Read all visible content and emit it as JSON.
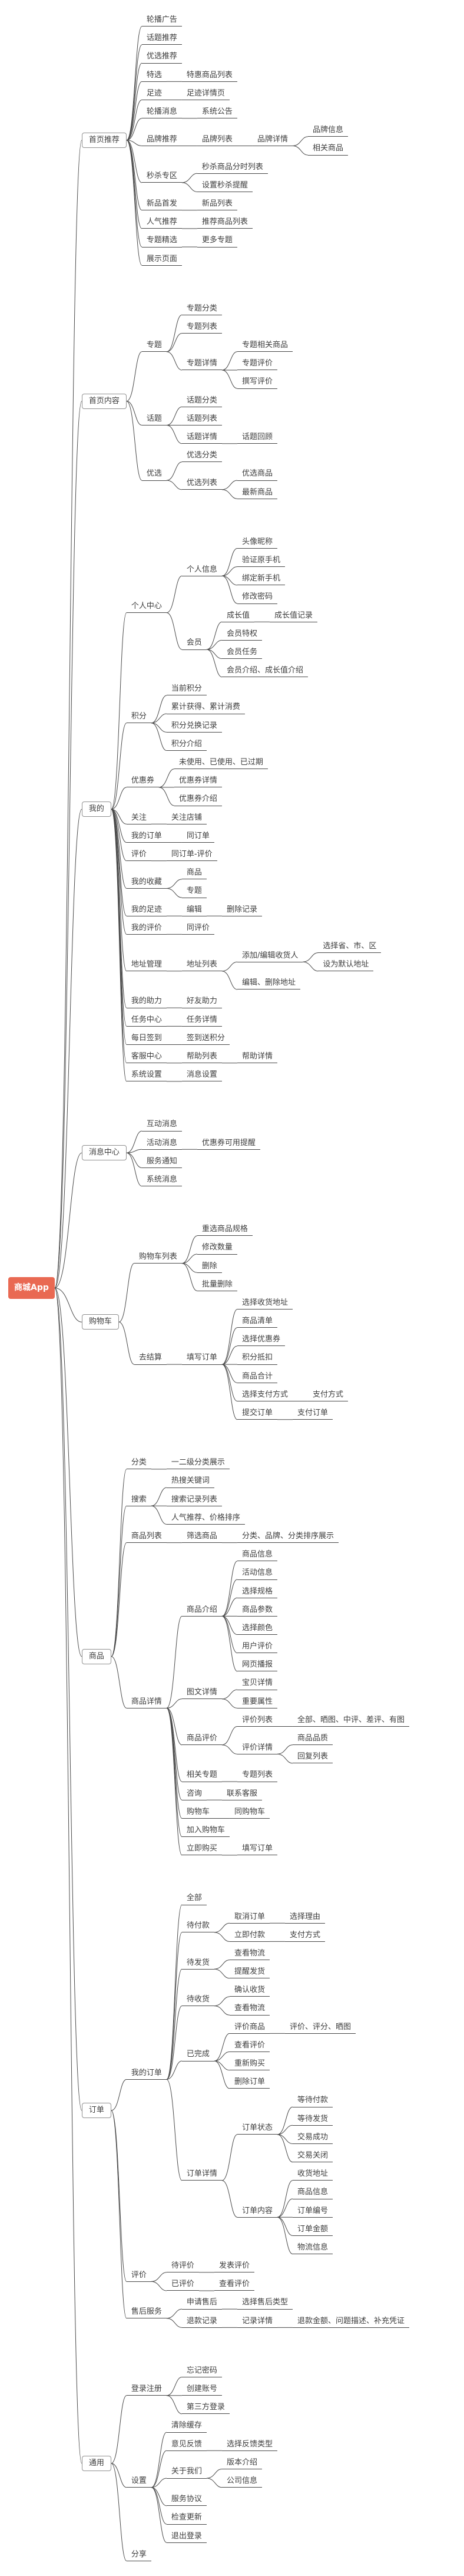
{
  "colors": {
    "root_bg": "#e96952",
    "root_text": "#ffffff",
    "line": "#4a4a4a",
    "node_text": "#3d3d3d",
    "branch_border": "#909090",
    "background": "#ffffff"
  },
  "root": {
    "label": "商城App",
    "children": [
      {
        "label": "首页推荐",
        "children": [
          {
            "label": "轮播广告"
          },
          {
            "label": "话题推荐"
          },
          {
            "label": "优选推荐"
          },
          {
            "label": "特选",
            "children": [
              {
                "label": "特惠商品列表"
              }
            ]
          },
          {
            "label": "足迹",
            "children": [
              {
                "label": "足迹详情页"
              }
            ]
          },
          {
            "label": "轮播消息",
            "children": [
              {
                "label": "系统公告"
              }
            ]
          },
          {
            "label": "品牌推荐",
            "children": [
              {
                "label": "品牌列表",
                "children": [
                  {
                    "label": "品牌详情",
                    "children": [
                      {
                        "label": "品牌信息"
                      },
                      {
                        "label": "相关商品"
                      }
                    ]
                  }
                ]
              }
            ]
          },
          {
            "label": "秒杀专区",
            "children": [
              {
                "label": "秒杀商品分时列表"
              },
              {
                "label": "设置秒杀提醒"
              }
            ]
          },
          {
            "label": "新品首发",
            "children": [
              {
                "label": "新品列表"
              }
            ]
          },
          {
            "label": "人气推荐",
            "children": [
              {
                "label": "推荐商品列表"
              }
            ]
          },
          {
            "label": "专题精选",
            "children": [
              {
                "label": "更多专题"
              }
            ]
          },
          {
            "label": "展示页面"
          }
        ]
      },
      {
        "label": "首页内容",
        "children": [
          {
            "label": "专题",
            "children": [
              {
                "label": "专题分类"
              },
              {
                "label": "专题列表"
              },
              {
                "label": "专题详情",
                "children": [
                  {
                    "label": "专题相关商品"
                  },
                  {
                    "label": "专题评价"
                  },
                  {
                    "label": "撰写评价"
                  }
                ]
              }
            ]
          },
          {
            "label": "话题",
            "children": [
              {
                "label": "话题分类"
              },
              {
                "label": "话题列表"
              },
              {
                "label": "话题详情",
                "children": [
                  {
                    "label": "话题回顾"
                  }
                ]
              }
            ]
          },
          {
            "label": "优选",
            "children": [
              {
                "label": "优选分类"
              },
              {
                "label": "优选列表",
                "children": [
                  {
                    "label": "优选商品"
                  },
                  {
                    "label": "最新商品"
                  }
                ]
              }
            ]
          }
        ]
      },
      {
        "label": "我的",
        "children": [
          {
            "label": "个人中心",
            "children": [
              {
                "label": "个人信息",
                "children": [
                  {
                    "label": "头像昵称"
                  },
                  {
                    "label": "验证原手机"
                  },
                  {
                    "label": "绑定新手机"
                  },
                  {
                    "label": "修改密码"
                  }
                ]
              },
              {
                "label": "会员",
                "children": [
                  {
                    "label": "成长值",
                    "children": [
                      {
                        "label": "成长值记录"
                      }
                    ]
                  },
                  {
                    "label": "会员特权"
                  },
                  {
                    "label": "会员任务"
                  },
                  {
                    "label": "会员介绍、成长值介绍"
                  }
                ]
              }
            ]
          },
          {
            "label": "积分",
            "children": [
              {
                "label": "当前积分"
              },
              {
                "label": "累计获得、累计消费"
              },
              {
                "label": "积分兑换记录"
              },
              {
                "label": "积分介绍"
              }
            ]
          },
          {
            "label": "优惠券",
            "children": [
              {
                "label": "未使用、已使用、已过期"
              },
              {
                "label": "优惠券详情"
              },
              {
                "label": "优惠券介绍"
              }
            ]
          },
          {
            "label": "关注",
            "children": [
              {
                "label": "关注店铺"
              }
            ]
          },
          {
            "label": "我的订单",
            "children": [
              {
                "label": "同订单"
              }
            ]
          },
          {
            "label": "评价",
            "children": [
              {
                "label": "同订单-评价"
              }
            ]
          },
          {
            "label": "我的收藏",
            "children": [
              {
                "label": "商品"
              },
              {
                "label": "专题"
              }
            ]
          },
          {
            "label": "我的足迹",
            "children": [
              {
                "label": "编辑",
                "children": [
                  {
                    "label": "删除记录"
                  }
                ]
              }
            ]
          },
          {
            "label": "我的评价",
            "children": [
              {
                "label": "同评价"
              }
            ]
          },
          {
            "label": "地址管理",
            "children": [
              {
                "label": "地址列表",
                "children": [
                  {
                    "label": "添加/编辑收货人",
                    "children": [
                      {
                        "label": "选择省、市、区"
                      },
                      {
                        "label": "设为默认地址"
                      }
                    ]
                  },
                  {
                    "label": "编辑、删除地址"
                  }
                ]
              }
            ]
          },
          {
            "label": "我的助力",
            "children": [
              {
                "label": "好友助力"
              }
            ]
          },
          {
            "label": "任务中心",
            "children": [
              {
                "label": "任务详情"
              }
            ]
          },
          {
            "label": "每日签到",
            "children": [
              {
                "label": "签到送积分"
              }
            ]
          },
          {
            "label": "客服中心",
            "children": [
              {
                "label": "帮助列表",
                "children": [
                  {
                    "label": "帮助详情"
                  }
                ]
              }
            ]
          },
          {
            "label": "系统设置",
            "children": [
              {
                "label": "消息设置"
              }
            ]
          }
        ]
      },
      {
        "label": "消息中心",
        "children": [
          {
            "label": "互动消息"
          },
          {
            "label": "活动消息",
            "children": [
              {
                "label": "优惠券可用提醒"
              }
            ]
          },
          {
            "label": "服务通知"
          },
          {
            "label": "系统消息"
          }
        ]
      },
      {
        "label": "购物车",
        "children": [
          {
            "label": "购物车列表",
            "children": [
              {
                "label": "重选商品规格"
              },
              {
                "label": "修改数量"
              },
              {
                "label": "删除"
              },
              {
                "label": "批量删除"
              }
            ]
          },
          {
            "label": "去结算",
            "children": [
              {
                "label": "填写订单",
                "children": [
                  {
                    "label": "选择收货地址"
                  },
                  {
                    "label": "商品清单"
                  },
                  {
                    "label": "选择优惠券"
                  },
                  {
                    "label": "积分抵扣"
                  },
                  {
                    "label": "商品合计"
                  },
                  {
                    "label": "选择支付方式",
                    "children": [
                      {
                        "label": "支付方式"
                      }
                    ]
                  },
                  {
                    "label": "提交订单",
                    "children": [
                      {
                        "label": "支付订单"
                      }
                    ]
                  }
                ]
              }
            ]
          }
        ]
      },
      {
        "label": "商品",
        "children": [
          {
            "label": "分类",
            "children": [
              {
                "label": "一二级分类展示"
              }
            ]
          },
          {
            "label": "搜索",
            "children": [
              {
                "label": "热搜关键词"
              },
              {
                "label": "搜索记录列表"
              },
              {
                "label": "人气推荐、价格排序"
              }
            ]
          },
          {
            "label": "商品列表",
            "children": [
              {
                "label": "筛选商品",
                "children": [
                  {
                    "label": "分类、品牌、分类排序展示"
                  }
                ]
              }
            ]
          },
          {
            "label": "商品详情",
            "children": [
              {
                "label": "商品介绍",
                "children": [
                  {
                    "label": "商品信息"
                  },
                  {
                    "label": "活动信息"
                  },
                  {
                    "label": "选择规格"
                  },
                  {
                    "label": "商品参数"
                  },
                  {
                    "label": "选择颜色"
                  },
                  {
                    "label": "用户评价"
                  },
                  {
                    "label": "网页播报"
                  }
                ]
              },
              {
                "label": "图文详情",
                "children": [
                  {
                    "label": "宝贝详情"
                  },
                  {
                    "label": "重要属性"
                  }
                ]
              },
              {
                "label": "商品评价",
                "children": [
                  {
                    "label": "评价列表",
                    "children": [
                      {
                        "label": "全部、晒图、中评、差评、有图"
                      }
                    ]
                  },
                  {
                    "label": "评价详情",
                    "children": [
                      {
                        "label": "商品品质"
                      },
                      {
                        "label": "回复列表"
                      }
                    ]
                  }
                ]
              },
              {
                "label": "相关专题",
                "children": [
                  {
                    "label": "专题列表"
                  }
                ]
              },
              {
                "label": "咨询",
                "children": [
                  {
                    "label": "联系客服"
                  }
                ]
              },
              {
                "label": "购物车",
                "children": [
                  {
                    "label": "同购物车"
                  }
                ]
              },
              {
                "label": "加入购物车"
              },
              {
                "label": "立即购买",
                "children": [
                  {
                    "label": "填写订单"
                  }
                ]
              }
            ]
          }
        ]
      },
      {
        "label": "订单",
        "children": [
          {
            "label": "我的订单",
            "children": [
              {
                "label": "全部"
              },
              {
                "label": "待付款",
                "children": [
                  {
                    "label": "取消订单",
                    "children": [
                      {
                        "label": "选择理由"
                      }
                    ]
                  },
                  {
                    "label": "立即付款",
                    "children": [
                      {
                        "label": "支付方式"
                      }
                    ]
                  }
                ]
              },
              {
                "label": "待发货",
                "children": [
                  {
                    "label": "查看物流"
                  },
                  {
                    "label": "提醒发货"
                  }
                ]
              },
              {
                "label": "待收货",
                "children": [
                  {
                    "label": "确认收货"
                  },
                  {
                    "label": "查看物流"
                  }
                ]
              },
              {
                "label": "已完成",
                "children": [
                  {
                    "label": "评价商品",
                    "children": [
                      {
                        "label": "评价、评分、晒图"
                      }
                    ]
                  },
                  {
                    "label": "查看评价"
                  },
                  {
                    "label": "重新购买"
                  },
                  {
                    "label": "删除订单"
                  }
                ]
              },
              {
                "label": "订单详情",
                "children": [
                  {
                    "label": "订单状态",
                    "children": [
                      {
                        "label": "等待付款"
                      },
                      {
                        "label": "等待发货"
                      },
                      {
                        "label": "交易成功"
                      },
                      {
                        "label": "交易关闭"
                      }
                    ]
                  },
                  {
                    "label": "订单内容",
                    "children": [
                      {
                        "label": "收货地址"
                      },
                      {
                        "label": "商品信息"
                      },
                      {
                        "label": "订单编号"
                      },
                      {
                        "label": "订单金额"
                      },
                      {
                        "label": "物流信息"
                      }
                    ]
                  }
                ]
              }
            ]
          },
          {
            "label": "评价",
            "children": [
              {
                "label": "待评价",
                "children": [
                  {
                    "label": "发表评价"
                  }
                ]
              },
              {
                "label": "已评价",
                "children": [
                  {
                    "label": "查看评价"
                  }
                ]
              }
            ]
          },
          {
            "label": "售后服务",
            "children": [
              {
                "label": "申请售后",
                "children": [
                  {
                    "label": "选择售后类型"
                  }
                ]
              },
              {
                "label": "退款记录",
                "children": [
                  {
                    "label": "记录详情",
                    "children": [
                      {
                        "label": "退款金额、问题描述、补充凭证"
                      }
                    ]
                  }
                ]
              }
            ]
          }
        ]
      },
      {
        "label": "通用",
        "children": [
          {
            "label": "登录注册",
            "children": [
              {
                "label": "忘记密码"
              },
              {
                "label": "创建账号"
              },
              {
                "label": "第三方登录"
              }
            ]
          },
          {
            "label": "设置",
            "children": [
              {
                "label": "清除缓存"
              },
              {
                "label": "意见反馈",
                "children": [
                  {
                    "label": "选择反馈类型"
                  }
                ]
              },
              {
                "label": "关于我们",
                "children": [
                  {
                    "label": "版本介绍"
                  },
                  {
                    "label": "公司信息"
                  }
                ]
              },
              {
                "label": "服务协议"
              },
              {
                "label": "检查更新"
              },
              {
                "label": "退出登录"
              }
            ]
          },
          {
            "label": "分享"
          }
        ]
      }
    ]
  }
}
